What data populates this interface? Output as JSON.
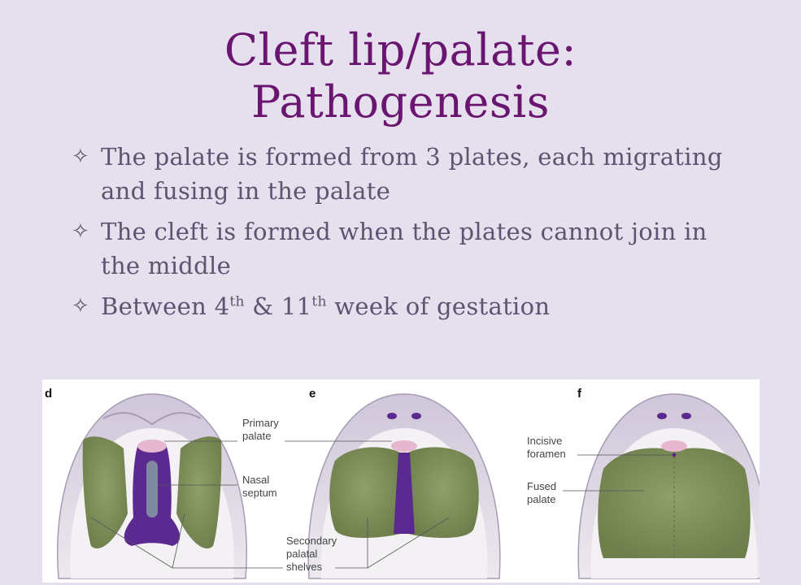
{
  "slide": {
    "title_line1": "Cleft lip/palate:",
    "title_line2": "Pathogenesis",
    "bullets": [
      {
        "text": "The palate is formed from 3 plates, each migrating and fusing in the palate"
      },
      {
        "text": "The cleft is formed when the plates cannot join in the middle"
      },
      {
        "pre": "Between 4",
        "sup1": "th",
        "mid": " & 11",
        "sup2": "th",
        "post": " week of gestation"
      }
    ],
    "bullet_icon": "four-pointed-star-outline-icon"
  },
  "figure": {
    "panels": [
      {
        "letter": "d",
        "labels": {
          "primary_palate_1": "Primary",
          "primary_palate_2": "palate",
          "nasal_septum_1": "Nasal",
          "nasal_septum_2": "septum"
        }
      },
      {
        "letter": "e",
        "labels": {
          "secondary_1": "Secondary",
          "secondary_2": "palatal",
          "secondary_3": "shelves"
        }
      },
      {
        "letter": "f",
        "labels": {
          "incisive_1": "Incisive",
          "incisive_2": "foramen",
          "fused_1": "Fused",
          "fused_2": "palate"
        }
      }
    ],
    "colors": {
      "shelf_green": "#8a9a64",
      "septum_purple": "#5b2a91",
      "primary_pink": "#e7b6cf",
      "mouth_rim": "#dcd8df",
      "rim_shadow": "#c8bfd3"
    }
  }
}
